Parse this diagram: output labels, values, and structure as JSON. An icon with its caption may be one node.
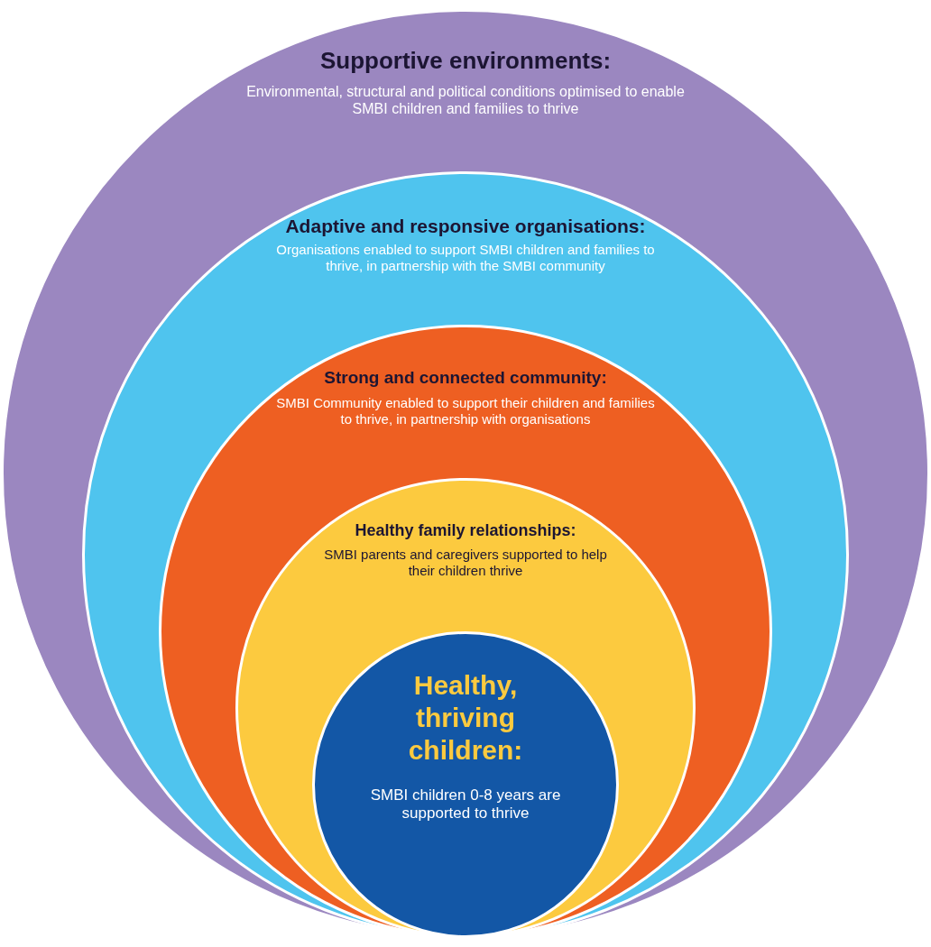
{
  "diagram": {
    "nodes": [
      {
        "text": [
          "Supportive environments:",
          "Environmental, structural and political conditions optimised to enable SMBI children and families to thrive"
        ]
      },
      {
        "text": [
          "Adaptive and responsive organisations:",
          "Organisations enabled to support SMBI children and families to thrive, in partnership with the SMBI community"
        ],
        "in": 0
      },
      {
        "text": [
          "Strong and connected community:",
          "SMBI Community enabled to support their children and families to thrive, in partnership with organisations"
        ],
        "in": 1
      },
      {
        "text": [
          "Healthy family relationships:",
          "SMBI parents and caregivers supported to help their children thrive"
        ],
        "in": 2
      },
      {
        "text": [
          "Healthy, thriving children:",
          "SMBI children 0-8 years are supported to thrive"
        ],
        "in": 3
      }
    ]
  }
}
